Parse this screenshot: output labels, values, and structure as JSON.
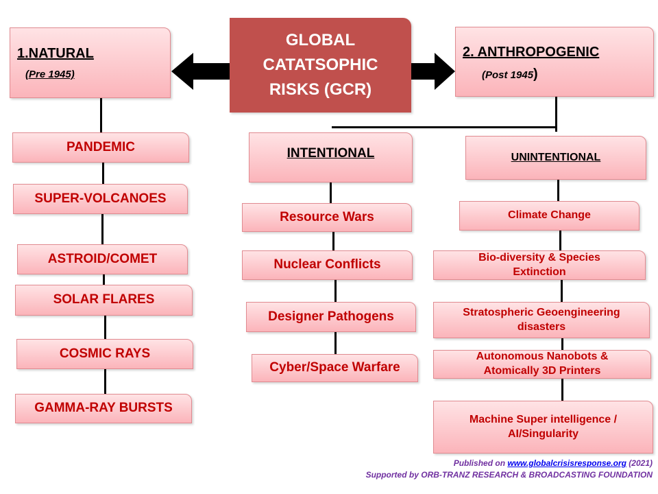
{
  "title": {
    "line1": "GLOBAL",
    "line2": "CATATSOPHIC",
    "line3": "RISKS (GCR)"
  },
  "natural": {
    "heading": "1.NATURAL",
    "sub": "(Pre 1945)",
    "items": [
      "PANDEMIC",
      "SUPER-VOLCANOES",
      "ASTROID/COMET",
      "SOLAR FLARES",
      "COSMIC RAYS",
      "GAMMA-RAY BURSTS"
    ]
  },
  "anthropogenic": {
    "heading": "2. ANTHROPOGENIC",
    "sub": "(Post 1945",
    "sub_close": ")"
  },
  "intentional": {
    "heading": "INTENTIONAL",
    "items": [
      "Resource Wars",
      "Nuclear Conflicts",
      "Designer Pathogens",
      "Cyber/Space Warfare"
    ]
  },
  "unintentional": {
    "heading": "UNINTENTIONAL",
    "items": [
      "Climate Change",
      "Bio-diversity  & Species Extinction",
      "Stratospheric  Geoengineering disasters",
      "Autonomous  Nanobots  & Atomically 3D Printers",
      "Machine  Super intelligence / AI/Singularity"
    ]
  },
  "footer": {
    "published_prefix": "Published on ",
    "url": "www.globalcrisisresponse.org",
    "year": " (2021)",
    "supported": "Supported by ORB-TRANZ RESEARCH & BROADCASTING FOUNDATION"
  },
  "colors": {
    "title_bg": "#c0504d",
    "item_text": "#c00000",
    "footer_text": "#7030a0",
    "link": "#0000ee"
  }
}
